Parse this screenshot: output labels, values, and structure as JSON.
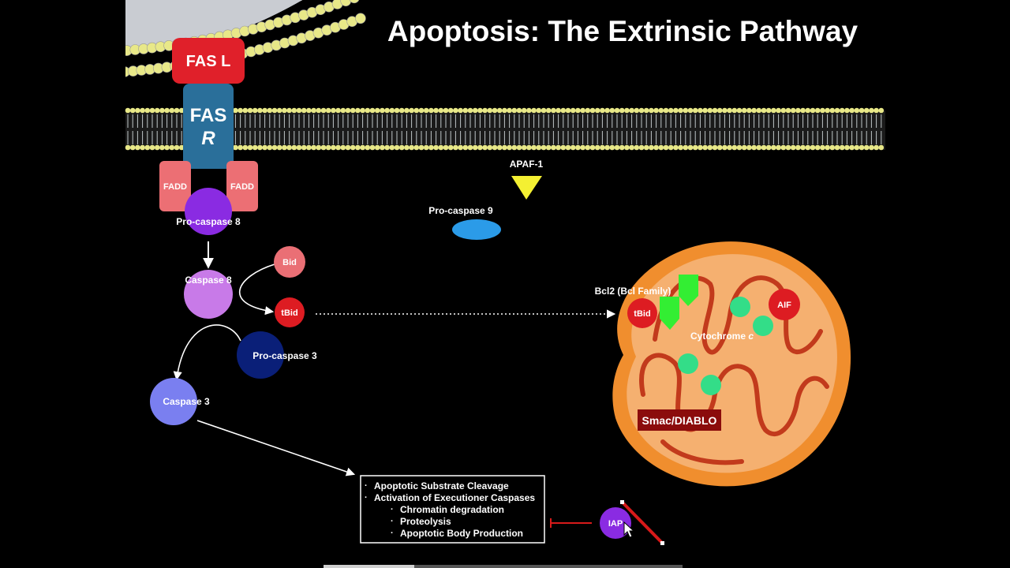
{
  "title": "Apoptosis: The Extrinsic Pathway",
  "labels": {
    "fas_l": "FAS L",
    "fas_r_line1": "FAS",
    "fas_r_line2": "R",
    "fadd_left": "FADD",
    "fadd_right": "FADD",
    "pro_caspase_8": "Pro-caspase 8",
    "caspase_8": "Caspase 8",
    "bid": "Bid",
    "tbid_cytosol": "tBid",
    "pro_caspase_3": "Pro-caspase 3",
    "caspase_3": "Caspase 3",
    "apaf_1": "APAF-1",
    "pro_caspase_9": "Pro-caspase 9",
    "bcl2": "Bcl2 (Bcl Family)",
    "tbid_mito": "tBid",
    "aif": "AIF",
    "cytochrome_c_prefix": "Cytochrome ",
    "cytochrome_c_italic": "c",
    "smac_diablo": "Smac/DIABLO",
    "iap": "IAP"
  },
  "outcomes": {
    "items": [
      "Apoptotic Substrate Cleavage",
      "Activation of Executioner Caspases"
    ],
    "subitems": [
      "Chromatin degradation",
      "Proteolysis",
      "Apoptotic Body Production"
    ],
    "bullet": "·"
  },
  "colors": {
    "background": "#000000",
    "fas_l": "#e0202a",
    "fas_r": "#2a6f9a",
    "fadd": "#ec6f74",
    "pro_caspase_8": "#8a2be2",
    "caspase_8": "#c87ae8",
    "bid": "#ea6f75",
    "tbid": "#dd1c22",
    "pro_caspase_3": "#0a1f78",
    "caspase_3": "#7a7ff0",
    "apaf_1": "#f4f032",
    "pro_caspase_9": "#2b9be8",
    "bcl2": "#33ee33",
    "mito_outer": "#f08e2e",
    "mito_inner": "#f5b070",
    "mito_cristae": "#c23a1c",
    "cytochrome_c": "#33dd88",
    "smac_box": "#8b0c0c",
    "iap": "#8a2be2",
    "membrane_head": "#e8e888",
    "inhibit": "#d81a1a"
  }
}
